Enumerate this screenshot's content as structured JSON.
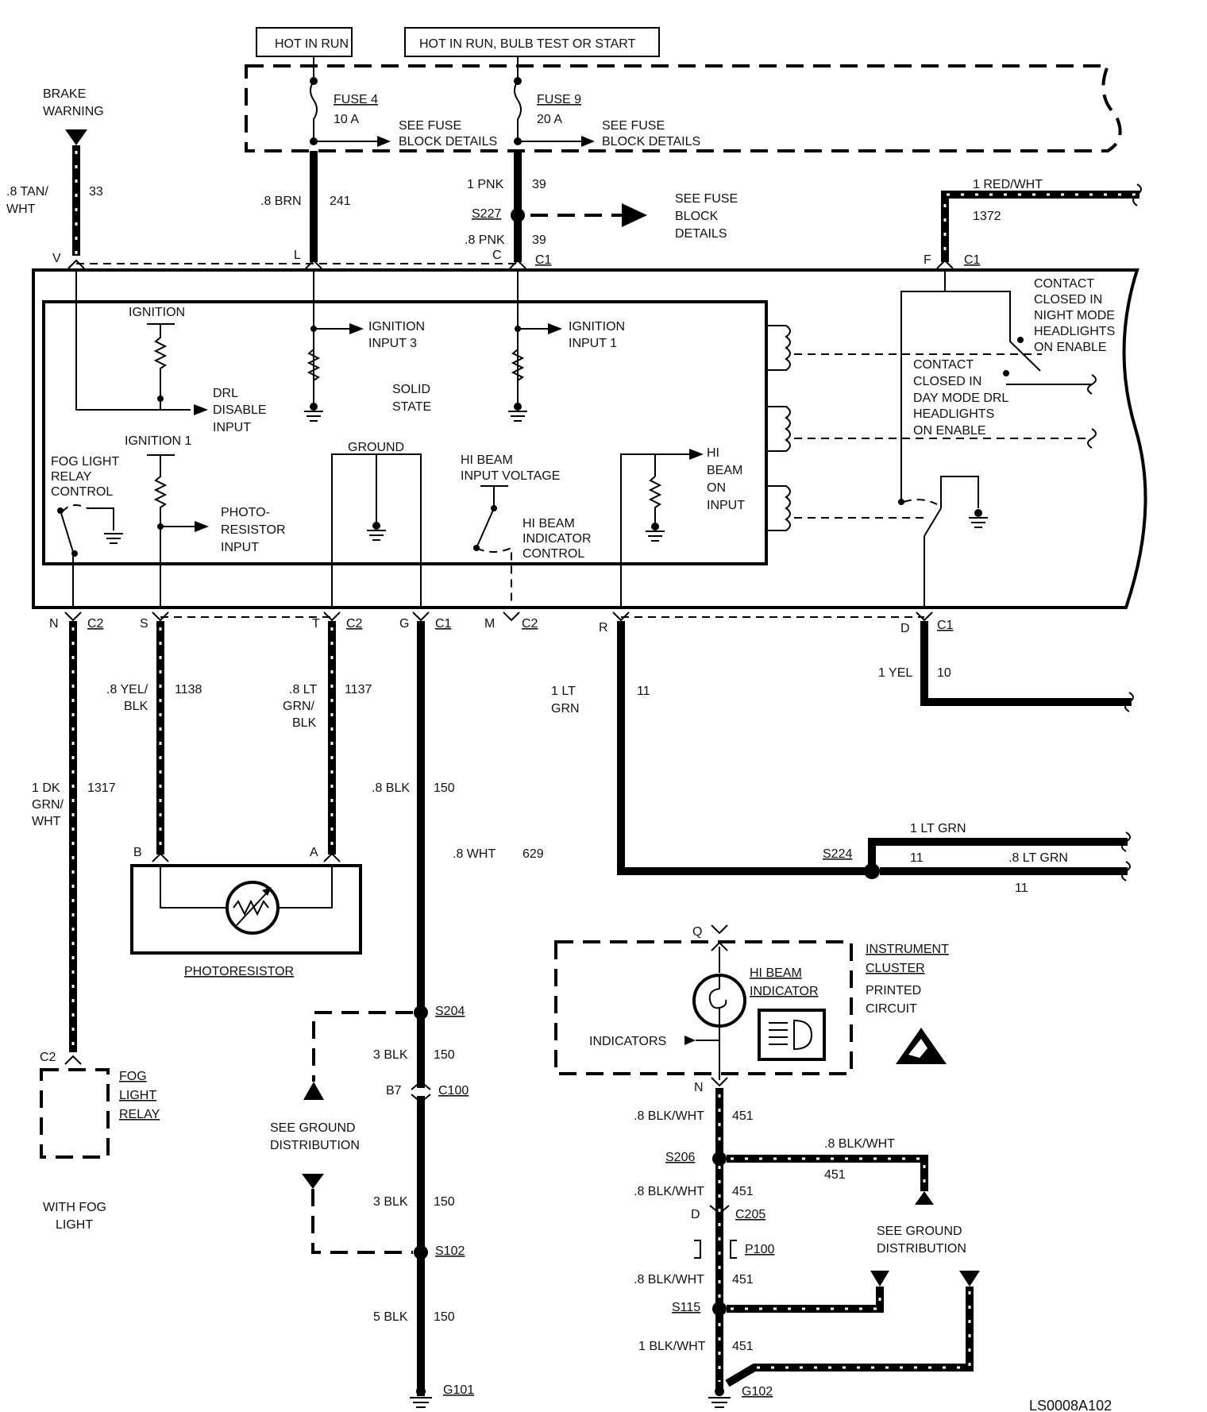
{
  "power": {
    "hot_in_run": "HOT IN RUN",
    "hot_in_run_bulb": "HOT IN RUN, BULB TEST OR START",
    "fuse4": "FUSE 4",
    "fuse4_amp": "10 A",
    "fuse9": "FUSE 9",
    "fuse9_amp": "20 A",
    "see_fuse_1": "SEE FUSE",
    "block_details_1": "BLOCK DETAILS",
    "see_fuse_2": "SEE FUSE",
    "block_details_2": "BLOCK DETAILS",
    "see_fuse_3a": "SEE FUSE",
    "see_fuse_3b": "BLOCK",
    "see_fuse_3c": "DETAILS",
    "s227": "S227"
  },
  "top_wires": {
    "brake_1": "BRAKE",
    "brake_2": "WARNING",
    "tan_1": ".8 TAN/",
    "tan_2": "WHT",
    "c33": "33",
    "brn": ".8 BRN",
    "c241": "241",
    "pnk1": "1 PNK",
    "c39a": "39",
    "pnk8": ".8 PNK",
    "c39b": "39",
    "red": "1 RED/WHT",
    "c1372": "1372"
  },
  "pins_top": {
    "v": "V",
    "l": "L",
    "c": "C",
    "c1a": "C1",
    "f": "F",
    "c1b": "C1"
  },
  "module": {
    "ignition": "IGNITION",
    "drl1": "DRL",
    "drl2": "DISABLE",
    "drl3": "INPUT",
    "ign3a": "IGNITION",
    "ign3b": "INPUT 3",
    "solid1": "SOLID",
    "solid2": "STATE",
    "ign1a": "IGNITION",
    "ign1b": "INPUT 1",
    "ignition1": "IGNITION 1",
    "fog1": "FOG LIGHT",
    "fog2": "RELAY",
    "fog3": "CONTROL",
    "photo1": "PHOTO-",
    "photo2": "RESISTOR",
    "photo3": "INPUT",
    "ground": "GROUND",
    "hibv1": "HI BEAM",
    "hibv2": "INPUT VOLTAGE",
    "hibc1": "HI BEAM",
    "hibc2": "INDICATOR",
    "hibc3": "CONTROL",
    "hibo1": "HI",
    "hibo2": "BEAM",
    "hibo3": "ON",
    "hibo4": "INPUT",
    "cn1": "CONTACT",
    "cn2": "CLOSED IN",
    "cn3": "NIGHT MODE",
    "cn4": "HEADLIGHTS",
    "cn5": "ON ENABLE",
    "cd1": "CONTACT",
    "cd2": "CLOSED IN",
    "cd3": "DAY MODE DRL",
    "cd4": "HEADLIGHTS",
    "cd5": "ON ENABLE"
  },
  "pins_bottom": {
    "n": "N",
    "c2a": "C2",
    "s": "S",
    "t": "T",
    "c2b": "C2",
    "g": "G",
    "c1c": "C1",
    "m": "M",
    "c2c": "C2",
    "r": "R",
    "d": "D",
    "c1d": "C1"
  },
  "bottom_wires": {
    "yel1": ".8 YEL/",
    "yel2": "BLK",
    "c1138": "1138",
    "lt1": ".8 LT",
    "lt2": "GRN/",
    "lt3": "BLK",
    "c1137": "1137",
    "ltgrn1": "1 LT",
    "ltgrn2": "GRN",
    "c11": "11",
    "yel1y": "1 YEL",
    "c10": "10",
    "dk1": "1 DK",
    "dk2": "GRN/",
    "dk3": "WHT",
    "c1317": "1317",
    "blk8": ".8 BLK",
    "c150a": "150",
    "wht8": ".8 WHT",
    "c629": "629",
    "ltgrn_r": "1 LT GRN",
    "s224": "S224",
    "c11b": "11",
    "ltgrn8": ".8 LT GRN",
    "c11c": "11"
  },
  "photoresistor": {
    "b": "B",
    "a": "A",
    "label": "PHOTORESISTOR"
  },
  "fog_relay": {
    "c2": "C2",
    "l1": "FOG",
    "l2": "LIGHT",
    "l3": "RELAY",
    "with1": "WITH FOG",
    "with2": "LIGHT"
  },
  "ground_left": {
    "s204": "S204",
    "blk3a": "3 BLK",
    "c150b": "150",
    "b7": "B7",
    "c100": "C100",
    "sg1": "SEE GROUND",
    "sg2": "DISTRIBUTION",
    "blk3b": "3 BLK",
    "c150c": "150",
    "s102": "S102",
    "blk5": "5 BLK",
    "c150d": "150",
    "g101": "G101"
  },
  "cluster": {
    "q": "Q",
    "ic1": "INSTRUMENT",
    "ic2": "CLUSTER",
    "pc1": "PRINTED",
    "pc2": "CIRCUIT",
    "hb1": "HI BEAM",
    "hb2": "INDICATOR",
    "indicators": "INDICATORS",
    "n": "N"
  },
  "ground_right": {
    "bw1": ".8 BLK/WHT",
    "c451a": "451",
    "s206": "S206",
    "bw2": ".8 BLK/WHT",
    "c451b": "451",
    "bw3": ".8 BLK/WHT",
    "c451c": "451",
    "d": "D",
    "c205": "C205",
    "p100": "P100",
    "bw4": ".8 BLK/WHT",
    "c451d": "451",
    "s115": "S115",
    "bw5": "1 BLK/WHT",
    "c451e": "451",
    "g102": "G102",
    "sg1": "SEE GROUND",
    "sg2": "DISTRIBUTION"
  },
  "code": "LS0008A102"
}
